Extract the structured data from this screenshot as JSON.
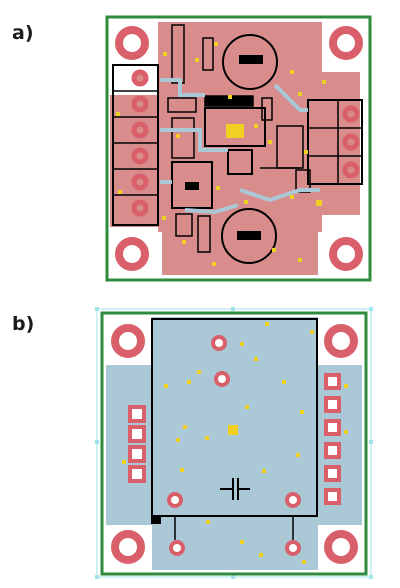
{
  "panels": [
    {
      "label": "a)",
      "layer": "top"
    },
    {
      "label": "b)",
      "layer": "bottom"
    }
  ],
  "colors": {
    "board_outline": "#2e8b3e",
    "copper_top": "#d98c8c",
    "copper_bottom": "#aac8d6",
    "pad": "#d9606a",
    "via": "#f0d020",
    "silkscreen": "#000000",
    "guide": "#9fe4ea"
  },
  "components_top": [
    "left-connector-6pin",
    "right-connector-3pin",
    "capacitor-top",
    "capacitor-bottom",
    "ic-center",
    "ic-left"
  ],
  "components_bottom": [
    "shield-can",
    "left-pads-4",
    "right-pads-6",
    "bottom-pads"
  ]
}
